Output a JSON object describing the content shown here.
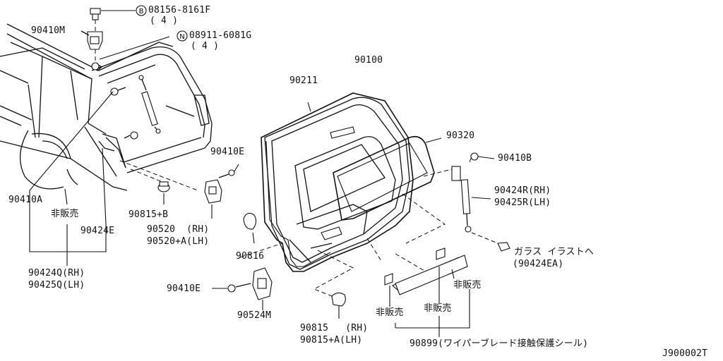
{
  "labels": {
    "bolt_b": "08156-8161F",
    "bolt_b_qty": "( 4 )",
    "nut_n": "08911-6081G",
    "nut_n_qty": "( 4 )",
    "marker_b": "B",
    "marker_n": "N",
    "p90410M": "90410M",
    "p90100": "90100",
    "p90211": "90211",
    "p90320": "90320",
    "p90410B": "90410B",
    "p90410E_top": "90410E",
    "p90424R": "90424R(RH)",
    "p90425R": "90425R(LH)",
    "p90410A": "90410A",
    "not_sold_left": "非販売",
    "p90424E": "90424E",
    "p90815B": "90815+B",
    "p90520": "90520  (RH)",
    "p90520A": "90520+A(LH)",
    "p90816": "90816",
    "glass_illust": "ガラス イラストへ",
    "glass_ref": "(90424EA)",
    "p90424Q": "90424Q(RH)",
    "p90425Q": "90425Q(LH)",
    "p90410E_bottom": "90410E",
    "p90524M": "90524M",
    "not_sold_right": "非販売",
    "not_sold_bottom_left": "非販売",
    "not_sold_bottom_mid": "非販売",
    "p90815": "90815   (RH)",
    "p90815A": "90815+A(LH)",
    "p90899": "90899(ワイパーブレード接触保護シール)",
    "diagram_code": "J900002T"
  }
}
